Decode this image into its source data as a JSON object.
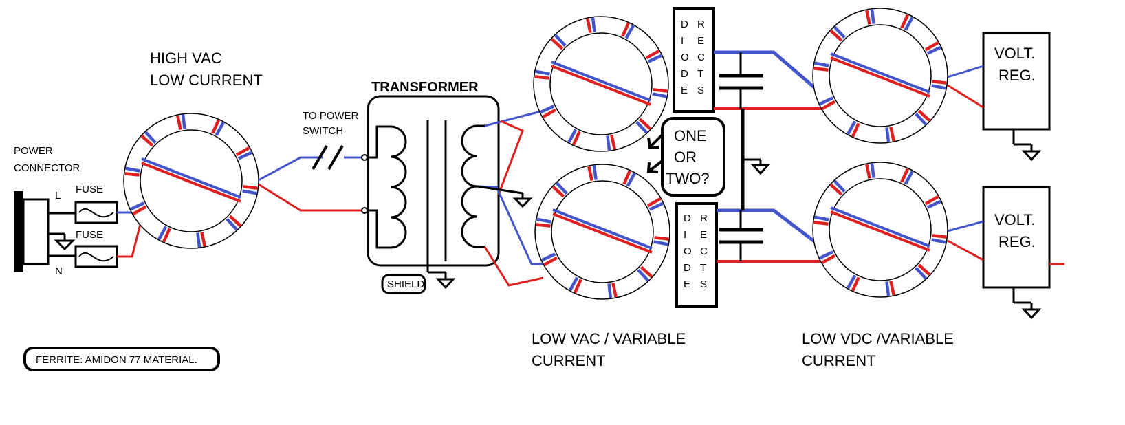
{
  "labels": {
    "power_connector": [
      "POWER",
      "CONNECTOR"
    ],
    "line": "L",
    "neutral": "N",
    "fuse_top": "FUSE",
    "fuse_bottom": "FUSE",
    "high_vac": [
      "HIGH VAC",
      "LOW CURRENT"
    ],
    "to_power_switch": [
      "TO POWER",
      "SWITCH"
    ],
    "transformer": "TRANSFORMER",
    "shield": "SHIELD",
    "one_or_two": [
      "ONE",
      "OR",
      "TWO?"
    ],
    "diode": [
      "D",
      "I",
      "O",
      "D",
      "E"
    ],
    "rects": [
      "R",
      "E",
      "C",
      "T",
      "S"
    ],
    "volt_reg": [
      "VOLT.",
      "REG."
    ],
    "low_vac": [
      "LOW VAC / VARIABLE",
      "CURRENT"
    ],
    "low_vdc": [
      "LOW VDC /VARIABLE",
      "CURRENT"
    ],
    "ferrite_note": "FERRITE: AMIDON 77 MATERIAL."
  },
  "colors": {
    "line_wire": "#4455cc",
    "neutral_wire": "#e02020",
    "outline": "#000000",
    "background": "#ffffff"
  }
}
